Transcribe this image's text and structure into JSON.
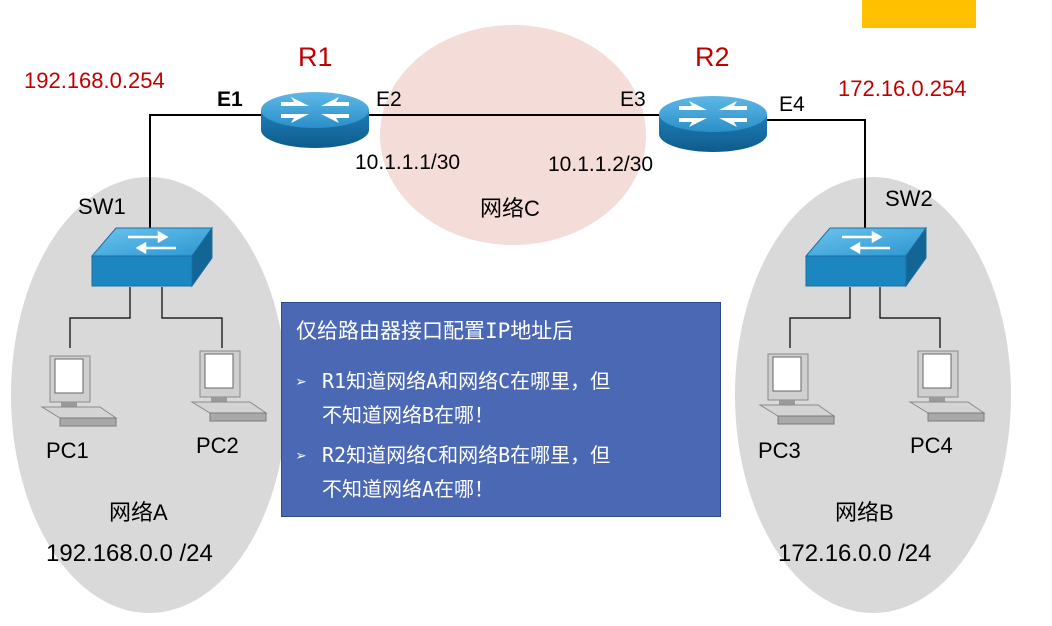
{
  "routers": {
    "r1": {
      "name": "R1",
      "left_if": "E1",
      "right_if": "E2",
      "ip": "10.1.1.1/30",
      "gateway": "192.168.0.254"
    },
    "r2": {
      "name": "R2",
      "left_if": "E3",
      "right_if": "E4",
      "ip": "10.1.1.2/30",
      "gateway": "172.16.0.254"
    }
  },
  "switches": {
    "sw1": "SW1",
    "sw2": "SW2"
  },
  "pcs": [
    "PC1",
    "PC2",
    "PC3",
    "PC4"
  ],
  "networks": {
    "a": {
      "name": "网络A",
      "cidr": "192.168.0.0 /24"
    },
    "b": {
      "name": "网络B",
      "cidr": "172.16.0.0 /24"
    },
    "c": {
      "name": "网络C"
    }
  },
  "info": {
    "title": "仅给路由器接口配置IP地址后",
    "arrow": "➢",
    "item1_line1": "R1知道网络A和网络C在哪里，但",
    "item1_line2": "不知道网络B在哪！",
    "item2_line1": "R2知道网络C和网络B在哪里，但",
    "item2_line2": "不知道网络A在哪！"
  },
  "colors": {
    "label_red": "#c00000",
    "network_gray": "#d9d9d9",
    "network_pink": "#f4dcd9",
    "router_blue": "#1f8ec8",
    "info_blue": "#4a68b4",
    "accent_yellow": "#ffc000"
  }
}
